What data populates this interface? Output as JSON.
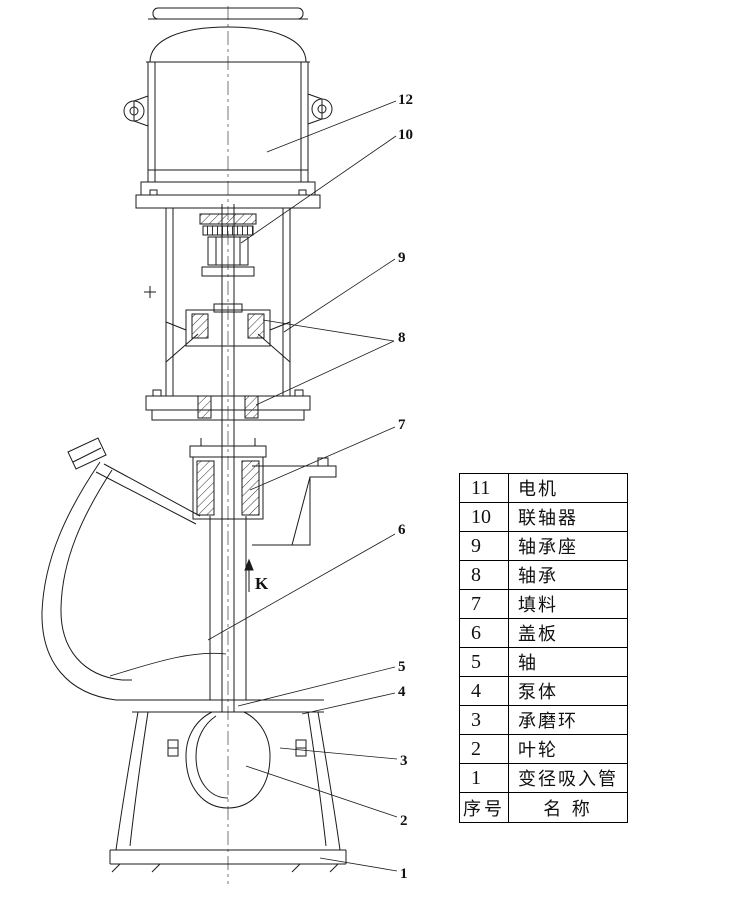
{
  "figure": {
    "k_label": "K"
  },
  "callouts": [
    {
      "label": "12"
    },
    {
      "label": "10"
    },
    {
      "label": "9"
    },
    {
      "label": "8"
    },
    {
      "label": "7"
    },
    {
      "label": "6"
    },
    {
      "label": "5"
    },
    {
      "label": "4"
    },
    {
      "label": "3"
    },
    {
      "label": "2"
    },
    {
      "label": "1"
    }
  ],
  "table": {
    "rows": [
      {
        "no": "11",
        "name": "电机"
      },
      {
        "no": "10",
        "name": "联轴器"
      },
      {
        "no": "9",
        "name": "轴承座"
      },
      {
        "no": "8",
        "name": "轴承"
      },
      {
        "no": "7",
        "name": "填料"
      },
      {
        "no": "6",
        "name": "盖板"
      },
      {
        "no": "5",
        "name": "轴"
      },
      {
        "no": "4",
        "name": "泵体"
      },
      {
        "no": "3",
        "name": "承磨环"
      },
      {
        "no": "2",
        "name": "叶轮"
      },
      {
        "no": "1",
        "name": "变径吸入管"
      }
    ],
    "footer": {
      "no": "序号",
      "name": "名  称"
    }
  },
  "colors": {
    "line": "#1b1b1b",
    "centerline": "#555"
  }
}
